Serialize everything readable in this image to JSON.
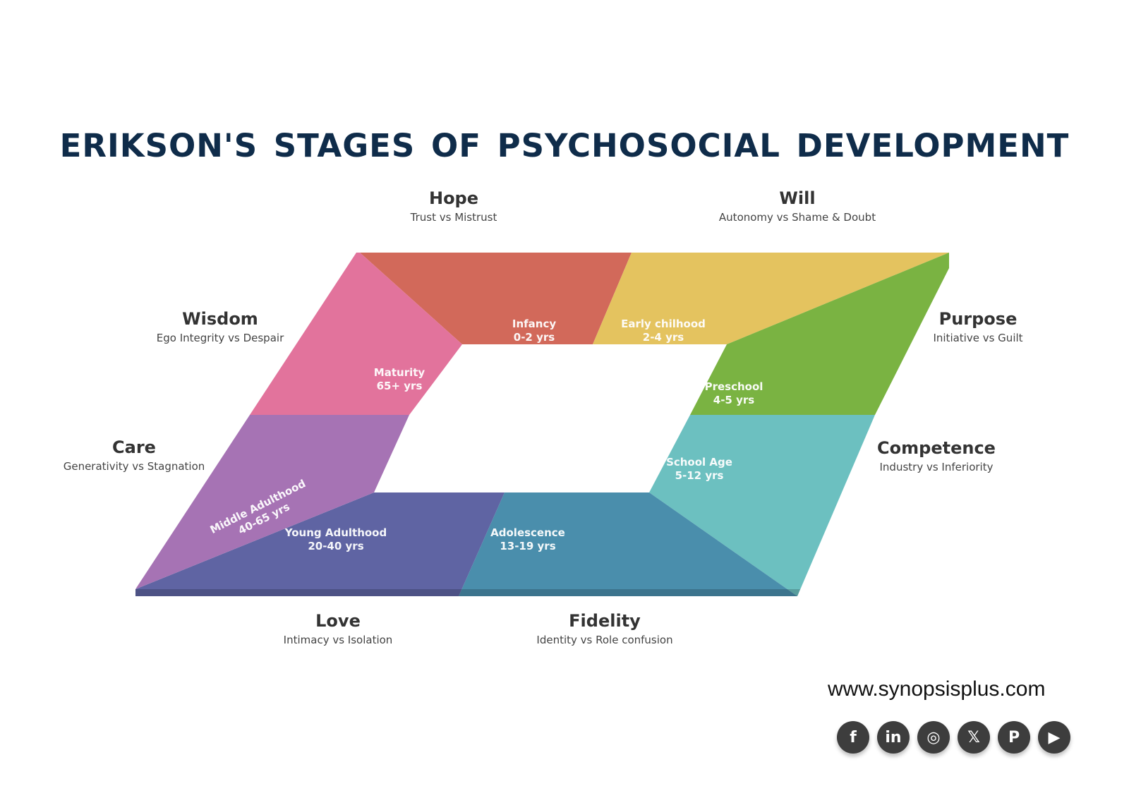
{
  "title": "ERIKSON'S STAGES OF PSYCHOSOCIAL  DEVELOPMENT",
  "virtues": [
    {
      "virtue": "Hope",
      "conflict": "Trust vs Mistrust"
    },
    {
      "virtue": "Will",
      "conflict": "Autonomy vs Shame & Doubt"
    },
    {
      "virtue": "Purpose",
      "conflict": "Initiative vs Guilt"
    },
    {
      "virtue": "Competence",
      "conflict": "Industry vs Inferiority"
    },
    {
      "virtue": "Fidelity",
      "conflict": "Identity vs Role confusion"
    },
    {
      "virtue": "Love",
      "conflict": "Intimacy vs Isolation"
    },
    {
      "virtue": "Care",
      "conflict": "Generativity vs Stagnation"
    },
    {
      "virtue": "Wisdom",
      "conflict": "Ego Integrity vs Despair"
    }
  ],
  "stages": [
    {
      "name": "Infancy",
      "age": "0-2 yrs",
      "color": "#d2695a"
    },
    {
      "name": "Early chilhood",
      "age": "2-4 yrs",
      "color": "#e4c35f"
    },
    {
      "name": "Preschool",
      "age": "4-5 yrs",
      "color": "#7ab342"
    },
    {
      "name": "School Age",
      "age": "5-12 yrs",
      "color": "#6cc0c0"
    },
    {
      "name": "Adolescence",
      "age": "13-19 yrs",
      "color": "#4a8eac"
    },
    {
      "name": "Young Adulthood",
      "age": "20-40 yrs",
      "color": "#5f64a3"
    },
    {
      "name": "Middle Adulthood",
      "age": "40-65 yrs",
      "color": "#a673b4"
    },
    {
      "name": "Maturity",
      "age": "65+ yrs",
      "color": "#e2739c"
    }
  ],
  "footer": {
    "url": "www.synopsisplus.com",
    "social": [
      {
        "icon": "facebook-icon",
        "glyph": "f"
      },
      {
        "icon": "linkedin-icon",
        "glyph": "in"
      },
      {
        "icon": "instagram-icon",
        "glyph": "◎"
      },
      {
        "icon": "x-icon",
        "glyph": "𝕏"
      },
      {
        "icon": "pinterest-icon",
        "glyph": "P"
      },
      {
        "icon": "youtube-icon",
        "glyph": "▶"
      }
    ]
  }
}
